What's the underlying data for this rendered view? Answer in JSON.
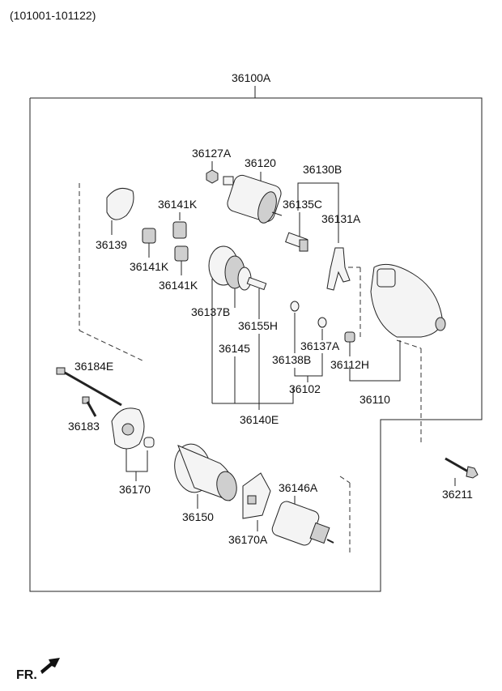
{
  "range_label": "(101001-101122)",
  "assembly_label": "36100A",
  "footer_label": "FR.",
  "parts": {
    "p36127A": "36127A",
    "p36120": "36120",
    "p36130B": "36130B",
    "p36141K_top": "36141K",
    "p36135C": "36135C",
    "p36131A": "36131A",
    "p36139": "36139",
    "p36141K_mid": "36141K",
    "p36141K_low": "36141K",
    "p36137B": "36137B",
    "p36155H": "36155H",
    "p36145": "36145",
    "p36137A": "36137A",
    "p36138B": "36138B",
    "p36112H": "36112H",
    "p36102": "36102",
    "p36110": "36110",
    "p36184E": "36184E",
    "p36140E": "36140E",
    "p36183": "36183",
    "p36170": "36170",
    "p36211": "36211",
    "p36146A": "36146A",
    "p36150": "36150",
    "p36170A": "36170A"
  }
}
